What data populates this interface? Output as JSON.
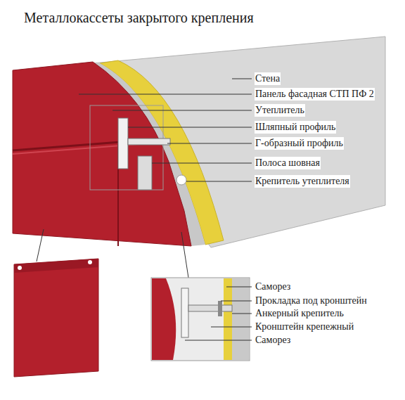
{
  "diagram": {
    "title": "Металлокассеты закрытого крепления",
    "labels": [
      "Стена",
      "Панель фасадная СТП ПФ 2",
      "Утеплитель",
      "Шляпный профиль",
      "Г-образный профиль",
      "Полоса шовная",
      "Крепитель утеплителя",
      "Саморез",
      "Прокладка под кронштейн",
      "Анкерный крепитель",
      "Кронштейн крепежный",
      "Саморез"
    ]
  }
}
